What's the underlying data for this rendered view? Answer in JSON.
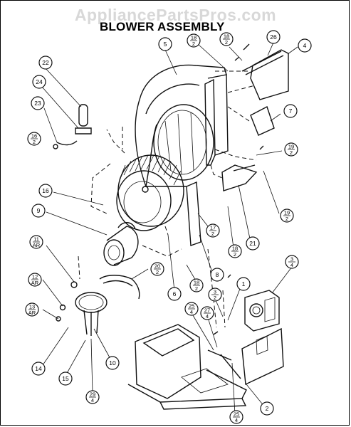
{
  "page": {
    "watermark": "AppliancePartsPros.com",
    "title": "BLOWER ASSEMBLY"
  },
  "callouts": [
    {
      "id": "c22",
      "top": "22",
      "bottom": ""
    },
    {
      "id": "c24",
      "top": "24",
      "bottom": ""
    },
    {
      "id": "c23",
      "top": "23",
      "bottom": ""
    },
    {
      "id": "c16a",
      "top": "16",
      "bottom": "2"
    },
    {
      "id": "c5",
      "top": "5",
      "bottom": ""
    },
    {
      "id": "c18a",
      "top": "18",
      "bottom": "2"
    },
    {
      "id": "c18b",
      "top": "18",
      "bottom": "2"
    },
    {
      "id": "c26",
      "top": "26",
      "bottom": ""
    },
    {
      "id": "c4",
      "top": "4",
      "bottom": ""
    },
    {
      "id": "c7",
      "top": "7",
      "bottom": ""
    },
    {
      "id": "c19a",
      "top": "19",
      "bottom": "2"
    },
    {
      "id": "c16b",
      "top": "16",
      "bottom": ""
    },
    {
      "id": "c9",
      "top": "9",
      "bottom": ""
    },
    {
      "id": "c17",
      "top": "17",
      "bottom": "2"
    },
    {
      "id": "c19b",
      "top": "19",
      "bottom": "2"
    },
    {
      "id": "c18c",
      "top": "18",
      "bottom": "2"
    },
    {
      "id": "c21",
      "top": "21",
      "bottom": ""
    },
    {
      "id": "c11",
      "top": "11",
      "bottom": "AR"
    },
    {
      "id": "c20",
      "top": "20",
      "bottom": "2"
    },
    {
      "id": "c8",
      "top": "8",
      "bottom": ""
    },
    {
      "id": "c12",
      "top": "12",
      "bottom": "AR"
    },
    {
      "id": "c18d",
      "top": "18",
      "bottom": "2"
    },
    {
      "id": "c6",
      "top": "6",
      "bottom": ""
    },
    {
      "id": "c3a",
      "top": "3",
      "bottom": "4"
    },
    {
      "id": "c3b",
      "top": "3",
      "bottom": "2"
    },
    {
      "id": "c1",
      "top": "1",
      "bottom": ""
    },
    {
      "id": "c13",
      "top": "13",
      "bottom": "AR"
    },
    {
      "id": "c25a",
      "top": "25",
      "bottom": "4"
    },
    {
      "id": "c27",
      "top": "27",
      "bottom": "4"
    },
    {
      "id": "c14",
      "top": "14",
      "bottom": ""
    },
    {
      "id": "c10",
      "top": "10",
      "bottom": ""
    },
    {
      "id": "c15",
      "top": "15",
      "bottom": ""
    },
    {
      "id": "c29",
      "top": "29",
      "bottom": "4"
    },
    {
      "id": "c25b",
      "top": "25",
      "bottom": "4"
    },
    {
      "id": "c2",
      "top": "2",
      "bottom": ""
    }
  ]
}
